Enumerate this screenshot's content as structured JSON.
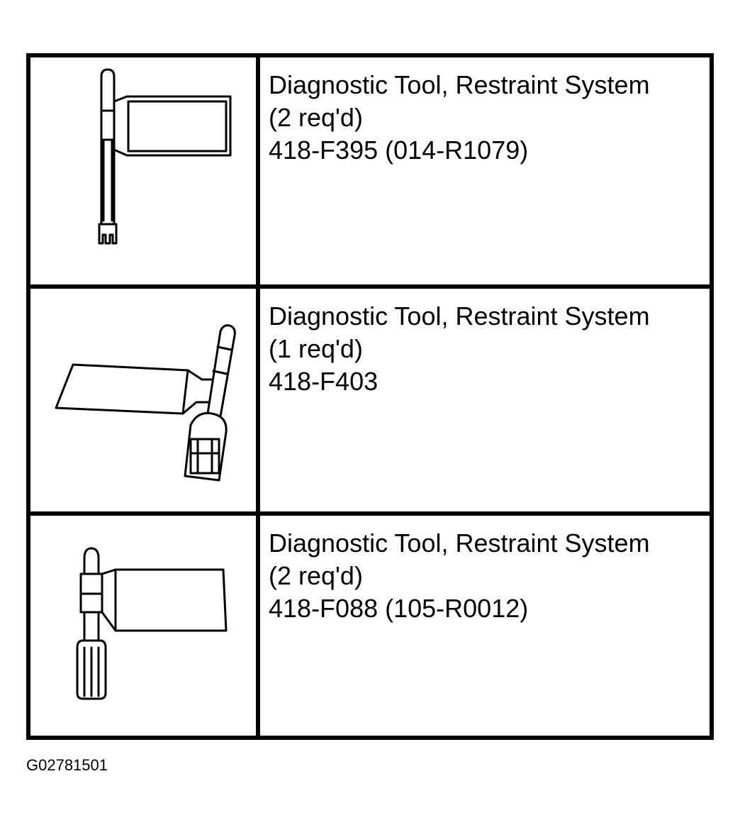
{
  "tools": [
    {
      "name": "Diagnostic Tool, Restraint System",
      "quantity": "(2 req'd)",
      "part_number": "418-F395 (014-R1079)"
    },
    {
      "name": "Diagnostic Tool, Restraint System",
      "quantity": "(1 req'd)",
      "part_number": "418-F403"
    },
    {
      "name": "Diagnostic Tool, Restraint System",
      "quantity": "(2 req'd)",
      "part_number": "418-F088 (105-R0012)"
    }
  ],
  "figure_id": "G02781501"
}
